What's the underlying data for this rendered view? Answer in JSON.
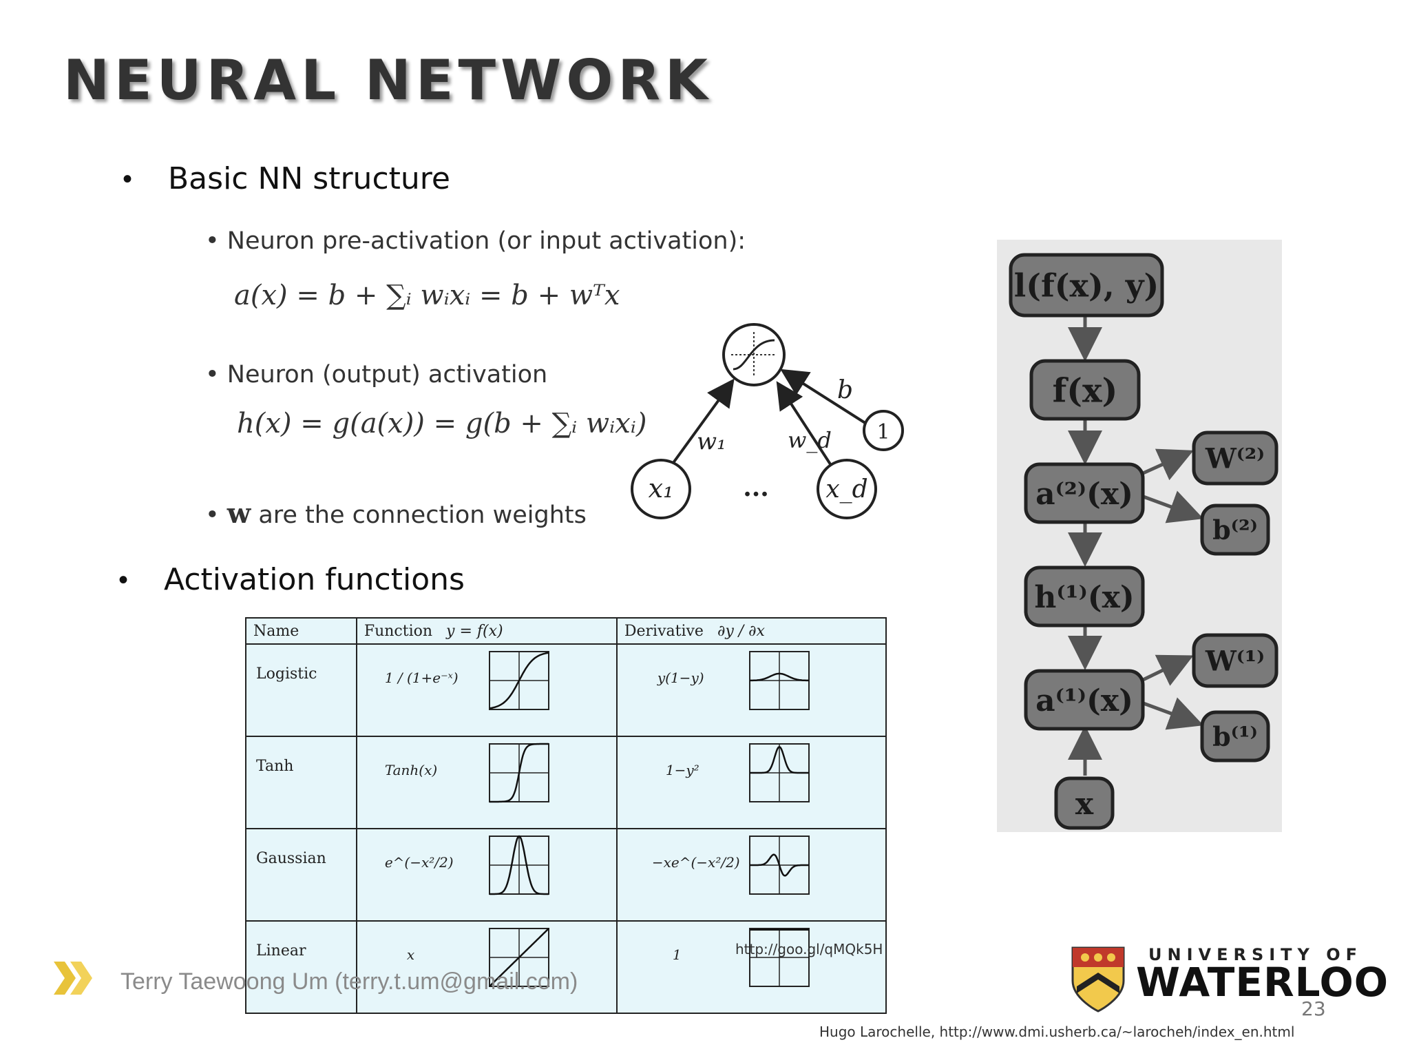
{
  "slide": {
    "title": "NEURAL NETWORK",
    "bullets": [
      "Basic NN structure",
      "Activation functions"
    ],
    "bullet_symbol": "•",
    "page_number": "23",
    "author": "Terry Taewoong Um (terry.t.um@gmail.com)",
    "source_link": "http://goo.gl/qMQk5H",
    "citation": "Hugo Larochelle, http://www.dmi.usherb.ca/~larocheh/index_en.html"
  },
  "neuron": {
    "pre_activation_label": "Neuron pre-activation (or input activation):",
    "pre_activation_formula": "a(x) = b + ∑ᵢ wᵢxᵢ = b + wᵀx",
    "output_activation_label": "Neuron (output) activation",
    "output_activation_formula": "h(x) = g(a(x)) = g(b + ∑ᵢ wᵢxᵢ)",
    "weights_note_bold": "w",
    "weights_note_text": " are the connection weights",
    "diagram": {
      "input_first": "x₁",
      "input_last": "x_d",
      "ellipsis": "...",
      "weight_first": "w₁",
      "weight_last": "w_d",
      "bias": "b",
      "bias_node": "1"
    }
  },
  "activation_table": {
    "headers": {
      "name": "Name",
      "function": "Function",
      "function_hint": "y = f(x)",
      "derivative": "Derivative",
      "derivative_hint": "∂y / ∂x"
    },
    "rows": [
      {
        "name": "Logistic",
        "function": "1 / (1+e⁻ˣ)",
        "derivative": "y(1−y)",
        "plot": "sigmoid",
        "dplot": "bump-wide"
      },
      {
        "name": "Tanh",
        "function": "Tanh(x)",
        "derivative": "1−y²",
        "plot": "tanh",
        "dplot": "bump-narrow"
      },
      {
        "name": "Gaussian",
        "function": "e^(−x²/2)",
        "derivative": "−xe^(−x²/2)",
        "plot": "gauss",
        "dplot": "dgauss"
      },
      {
        "name": "Linear",
        "function": "x",
        "derivative": "1",
        "plot": "linear",
        "dplot": "const"
      }
    ]
  },
  "graph": {
    "nodes": [
      "l(f(x), y)",
      "f(x)",
      "a⁽²⁾(x)",
      "W⁽²⁾",
      "b⁽²⁾",
      "h⁽¹⁾(x)",
      "a⁽¹⁾(x)",
      "W⁽¹⁾",
      "b⁽¹⁾",
      "x"
    ]
  },
  "logo": {
    "line1": "UNIVERSITY OF",
    "line2": "WATERLOO"
  },
  "colors": {
    "title": "#333333",
    "table_bg": "#e6f6fa",
    "graph_bg": "#e8e8e8",
    "node_fill": "#7a7a7a",
    "logo_gold": "#f2c94c",
    "logo_red": "#c0392b"
  }
}
